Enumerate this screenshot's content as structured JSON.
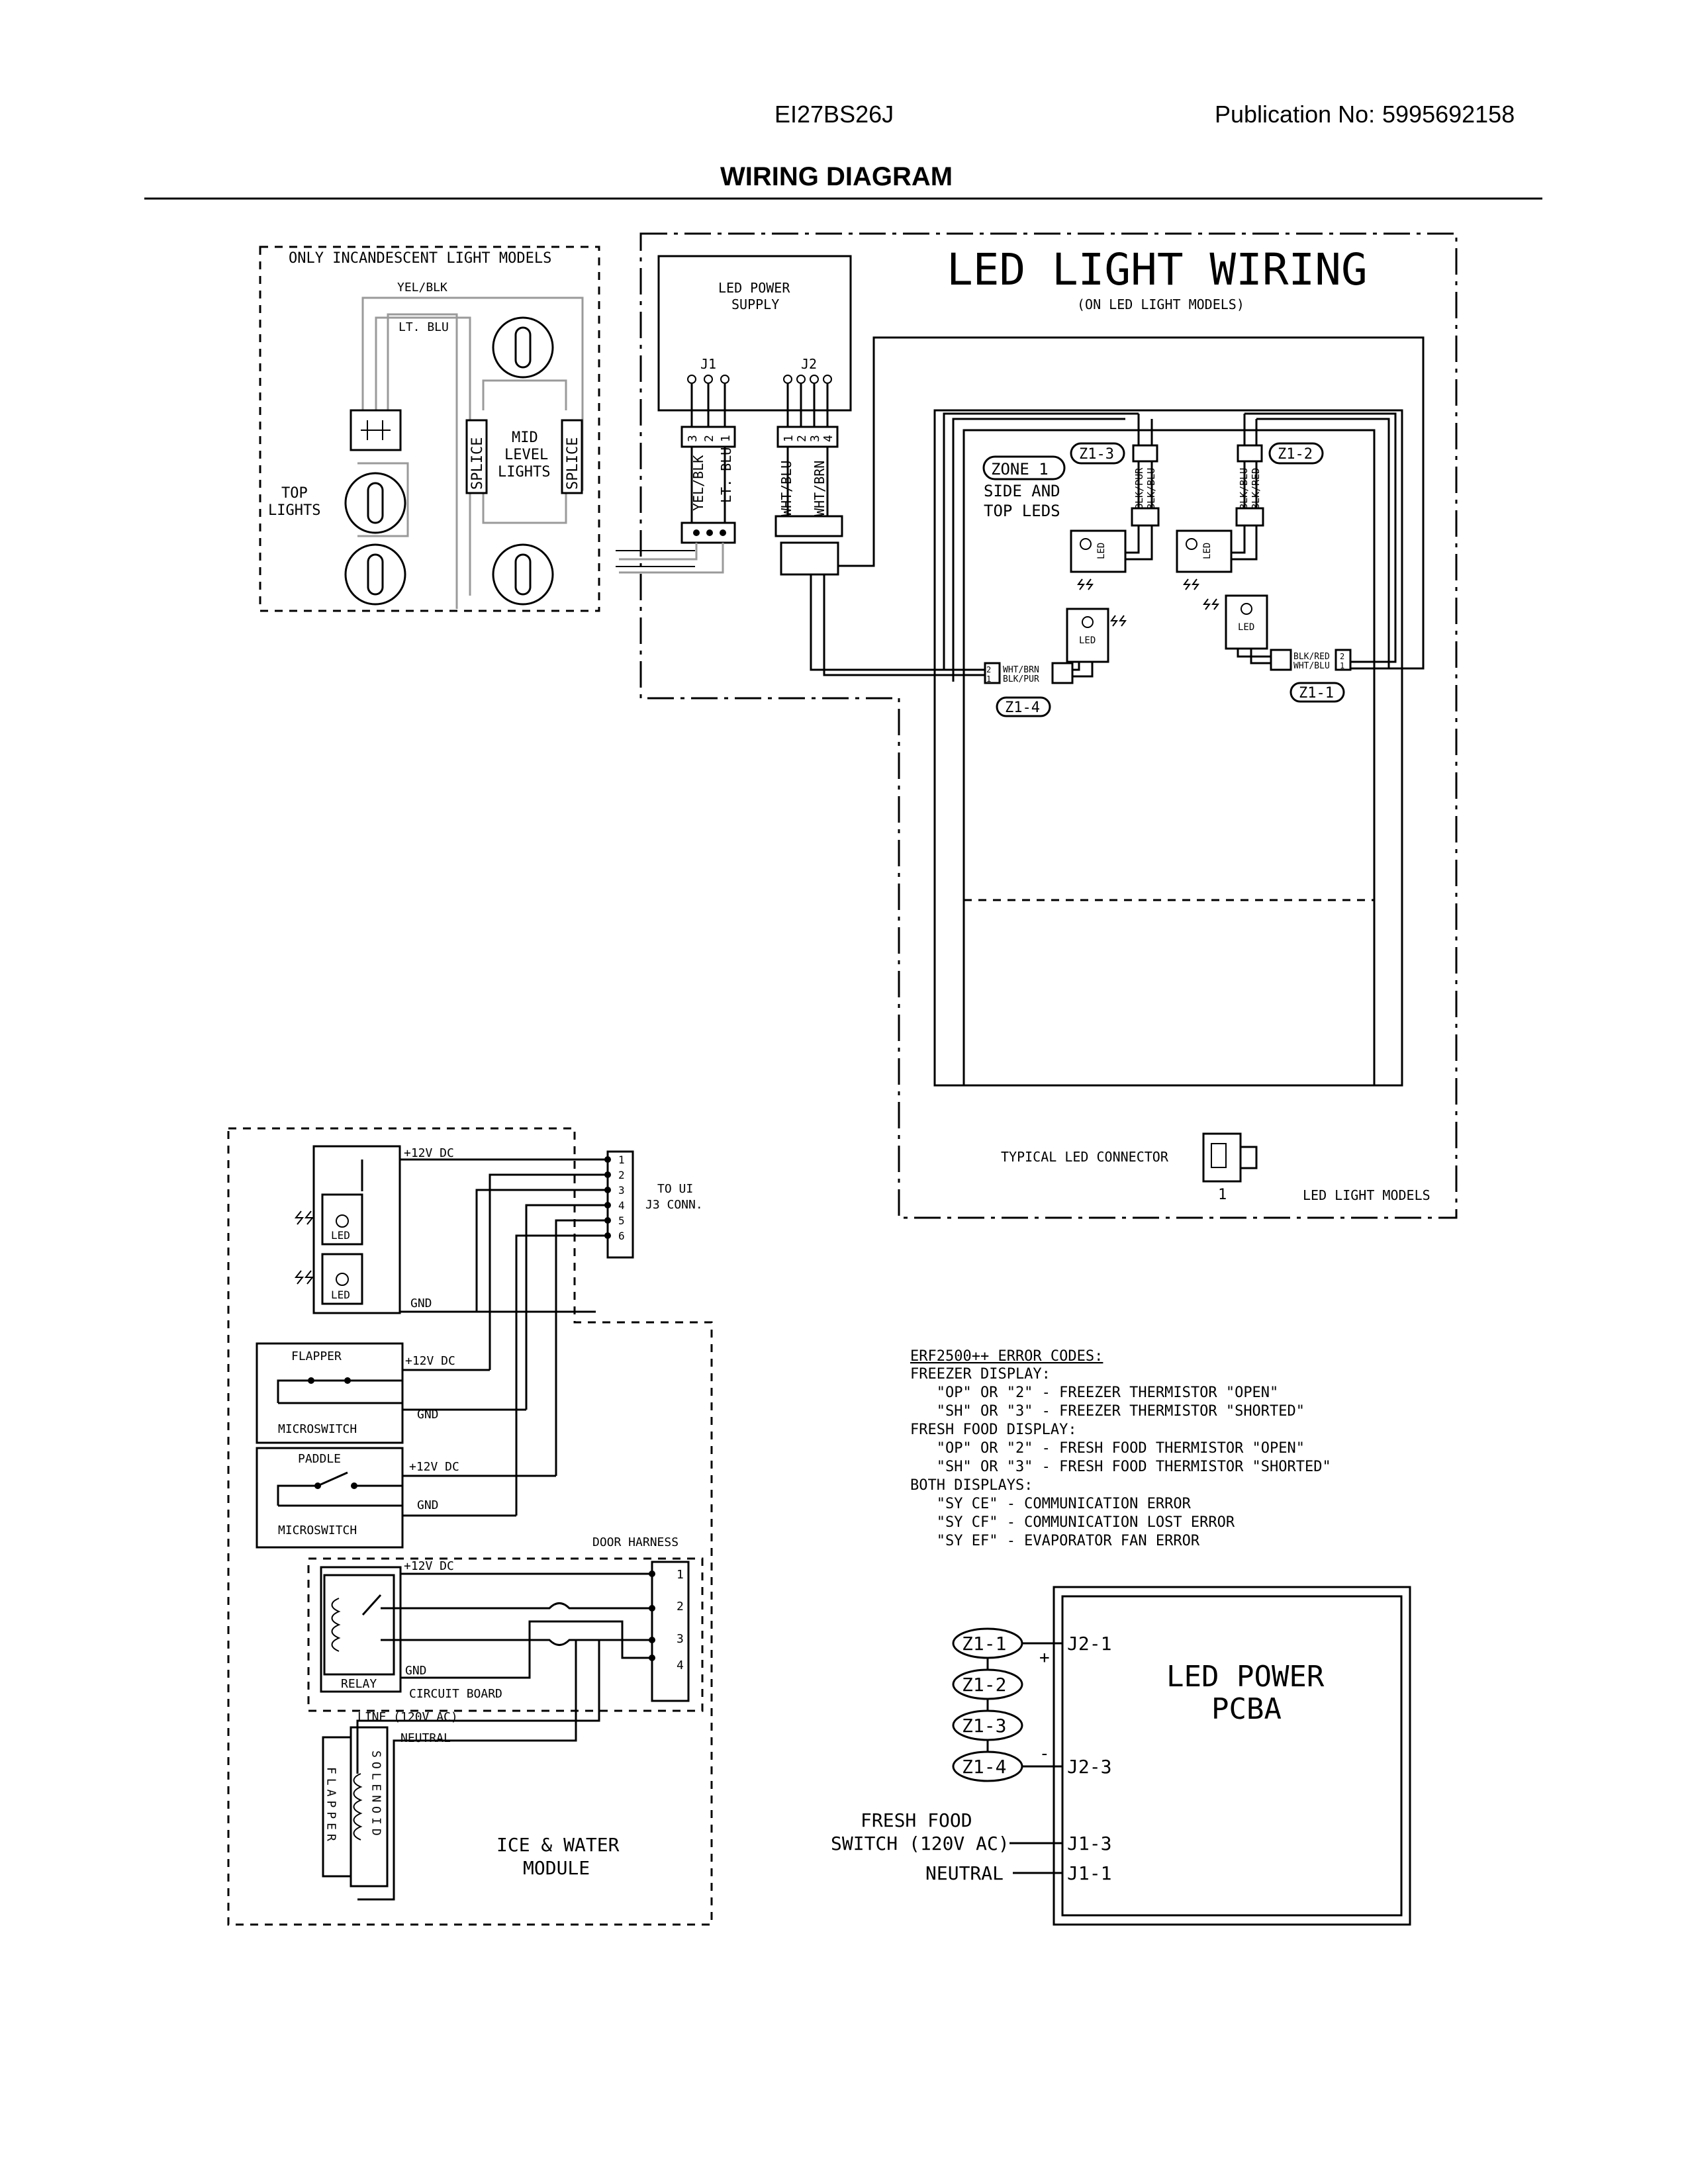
{
  "header": {
    "model": "EI27BS26J",
    "publication_label": "Publication No:",
    "publication_number": "5995692158",
    "title": "WIRING DIAGRAM"
  },
  "incandescent": {
    "title": "ONLY INCANDESCENT LIGHT MODELS",
    "wire_yel_blk": "YEL/BLK",
    "wire_lt_blu": "LT. BLU",
    "splice": "SPLICE",
    "mid_level_lights": [
      "MID",
      "LEVEL",
      "LIGHTS"
    ],
    "top_lights": [
      "TOP",
      "LIGHTS"
    ]
  },
  "led_wiring": {
    "title": "LED LIGHT WIRING",
    "subtitle": "(ON LED LIGHT MODELS)",
    "power_supply": [
      "LED POWER",
      "SUPPLY"
    ],
    "j1": "J1",
    "j2": "J2",
    "j1_pins": [
      "3",
      "2",
      "1"
    ],
    "j2_pins": [
      "1",
      "2",
      "3",
      "4"
    ],
    "wire_yel_blk": "YEL/BLK",
    "wire_lt_blu": "LT. BLU",
    "wire_wht_blu": "WHT/BLU",
    "wire_wht_brn": "WHT/BRN",
    "zone1": "ZONE 1",
    "side_top_leds": [
      "SIDE AND",
      "TOP LEDS"
    ],
    "z1_3": "Z1-3",
    "z1_2": "Z1-2",
    "z1_4": "Z1-4",
    "z1_1": "Z1-1",
    "blk_pur": "BLK/PUR",
    "blk_blu": "BLK/BLU",
    "blk_red": "BLK/RED",
    "wht_blu": "WHT/BLU",
    "wht_brn": "WHT/BRN",
    "led": "LED",
    "pin1": "1",
    "pin2": "2",
    "typical_led_connector": "TYPICAL LED CONNECTOR",
    "led_light_models": "LED LIGHT MODELS"
  },
  "door": {
    "plus12": "+12V DC",
    "gnd": "GND",
    "to_ui": "TO UI",
    "j3_conn": "J3 CONN.",
    "j3_pins": [
      "1",
      "2",
      "3",
      "4",
      "5",
      "6"
    ],
    "led": "LED",
    "flapper": "FLAPPER",
    "microswitch": "MICROSWITCH",
    "paddle": "PADDLE",
    "door_harness": "DOOR HARNESS",
    "harness_pins": [
      "1",
      "2",
      "3",
      "4"
    ],
    "relay": "RELAY",
    "circuit_board": "CIRCUIT BOARD",
    "line": "LINE (120V AC)",
    "neutral": "NEUTRAL",
    "flapper_vertical": "FLAPPER",
    "solenoid_vertical": "SOLENOID",
    "ice_water_module": [
      "ICE & WATER",
      "MODULE"
    ]
  },
  "error_codes": {
    "title": "ERF2500++ ERROR CODES:",
    "lines": [
      "FREEZER DISPLAY:",
      "   \"OP\" OR \"2\" - FREEZER THERMISTOR \"OPEN\"",
      "   \"SH\" OR \"3\" - FREEZER THERMISTOR \"SHORTED\"",
      "FRESH FOOD DISPLAY:",
      "   \"OP\" OR \"2\" - FRESH FOOD THERMISTOR \"OPEN\"",
      "   \"SH\" OR \"3\" - FRESH FOOD THERMISTOR \"SHORTED\"",
      "BOTH DISPLAYS:",
      "   \"SY CE\" - COMMUNICATION ERROR",
      "   \"SY CF\" - COMMUNICATION LOST ERROR",
      "   \"SY EF\" - EVAPORATOR FAN ERROR"
    ]
  },
  "pcba": {
    "title": [
      "LED POWER",
      "PCBA"
    ],
    "zones": [
      "Z1-1",
      "Z1-2",
      "Z1-3",
      "Z1-4"
    ],
    "plus": "+",
    "minus": "-",
    "j2_1": "J2-1",
    "j2_3": "J2-3",
    "j1_3": "J1-3",
    "j1_1": "J1-1",
    "fresh_food": "FRESH FOOD",
    "switch_120": "SWITCH (120V AC)",
    "neutral": "NEUTRAL"
  }
}
